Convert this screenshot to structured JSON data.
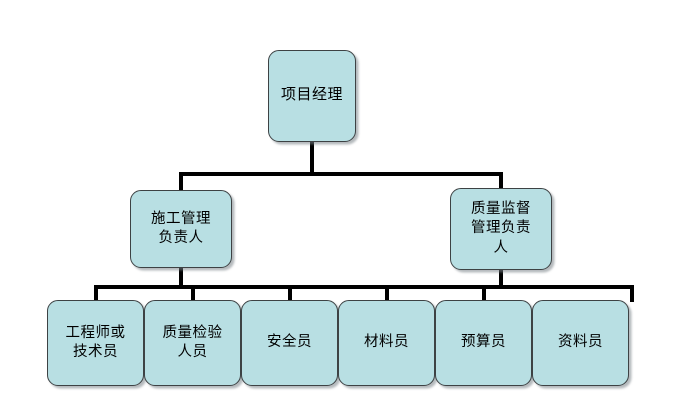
{
  "diagram": {
    "type": "organization-chart",
    "title": "",
    "background_color": "#ffffff",
    "node_fill_color": "#b8dfe3",
    "node_border_color": "#3d4244",
    "connector_color": "#000000",
    "levels": {
      "root": {
        "id": "project-manager",
        "label": "项目经理"
      },
      "middle": [
        {
          "id": "construction-management-lead",
          "label": "施工管理\n负责人"
        },
        {
          "id": "quality-supervision-lead",
          "label": "质量监督\n管理负责\n人"
        }
      ],
      "leaves": [
        {
          "id": "engineer-or-technician",
          "label": "工程师或\n技术员"
        },
        {
          "id": "quality-inspector",
          "label": "质量检验\n人员"
        },
        {
          "id": "safety-officer",
          "label": "安全员"
        },
        {
          "id": "material-officer",
          "label": "材料员"
        },
        {
          "id": "budget-officer",
          "label": "预算员"
        },
        {
          "id": "document-officer",
          "label": "资料员"
        }
      ]
    }
  }
}
